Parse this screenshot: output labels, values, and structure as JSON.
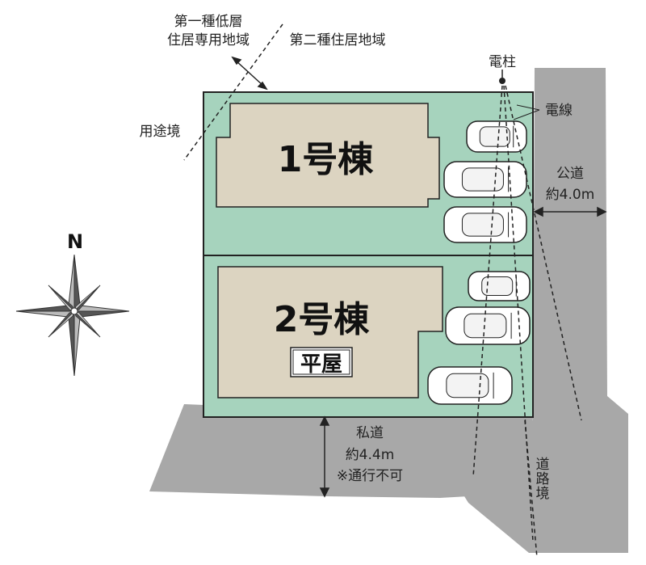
{
  "zone_label_1_line1": "第一種低層",
  "zone_label_1_line2": "住居専用地域",
  "zone_label_2": "第二種住居地域",
  "use_boundary_label": "用途境",
  "pole_label": "電柱",
  "wire_label": "電線",
  "public_road_label": "公道",
  "public_road_width": "約4.0m",
  "private_road_label": "私道",
  "private_road_width": "約4.4m",
  "private_road_note": "※通行不可",
  "road_boundary_label": "道路境",
  "lot1_label": "1号棟",
  "lot2_label": "2号棟",
  "lot2_note": "平屋",
  "compass_north": "N",
  "colors": {
    "lot_fill": "#a6d3bd",
    "building_fill": "#dcd4c1",
    "road_fill": "#a8a8a8",
    "outline": "#222222"
  }
}
